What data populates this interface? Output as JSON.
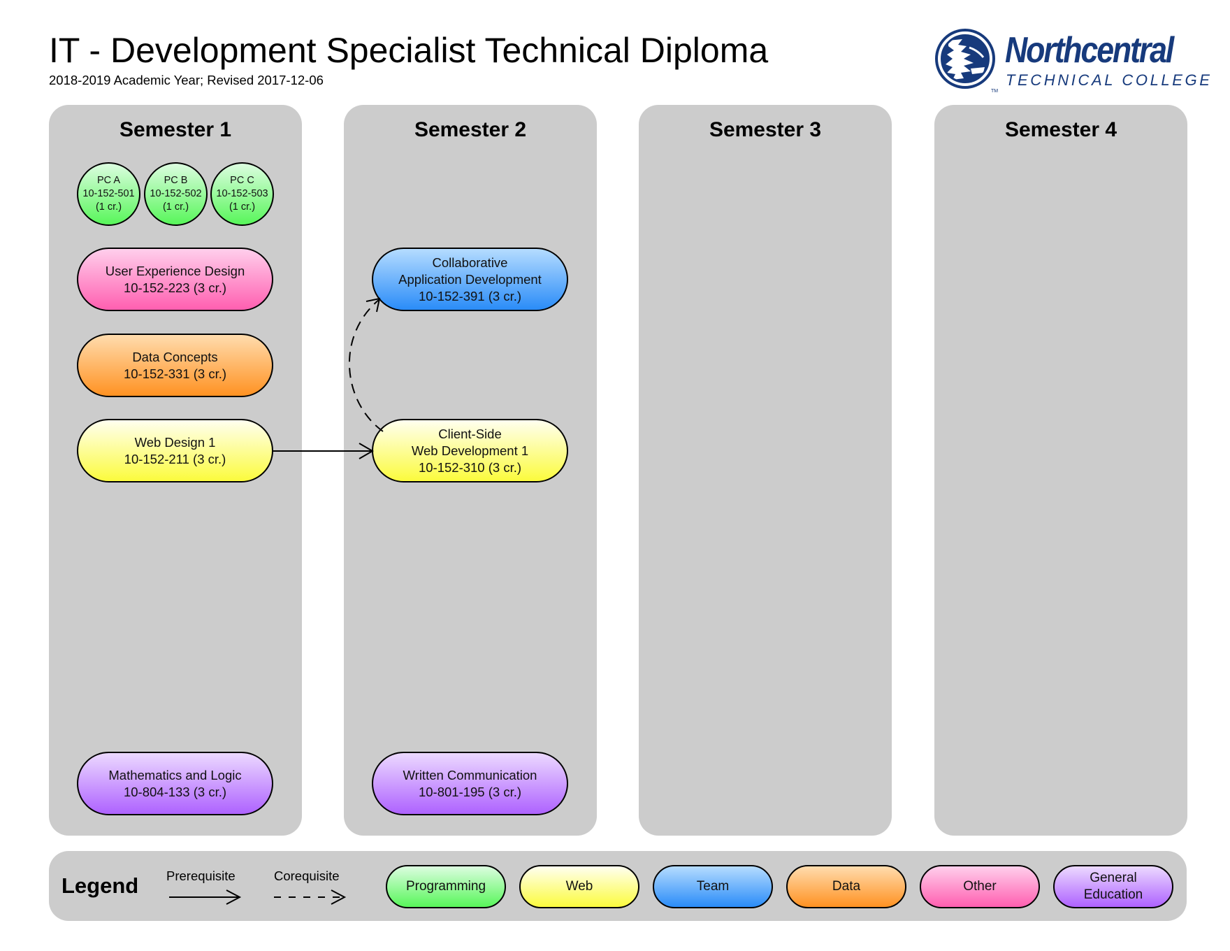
{
  "header": {
    "title": "IT - Development Specialist Technical Diploma",
    "subtitle": "2018-2019 Academic Year; Revised 2017-12-06"
  },
  "logo": {
    "name": "Northcentral",
    "subname": "TECHNICAL COLLEGE",
    "trademark": "TM",
    "color": "#173a7c"
  },
  "semesters": [
    {
      "title": "Semester 1",
      "courses": [
        {
          "id": "pc-a",
          "lines": [
            "PC A",
            "10-152-501",
            "(1 cr.)"
          ],
          "category": "Programming"
        },
        {
          "id": "pc-b",
          "lines": [
            "PC B",
            "10-152-502",
            "(1 cr.)"
          ],
          "category": "Programming"
        },
        {
          "id": "pc-c",
          "lines": [
            "PC C",
            "10-152-503",
            "(1 cr.)"
          ],
          "category": "Programming"
        },
        {
          "id": "ux-design",
          "lines": [
            "User Experience Design",
            "10-152-223 (3 cr.)"
          ],
          "category": "Other"
        },
        {
          "id": "data-concepts",
          "lines": [
            "Data Concepts",
            "10-152-331 (3 cr.)"
          ],
          "category": "Data"
        },
        {
          "id": "web-design-1",
          "lines": [
            "Web Design 1",
            "10-152-211 (3 cr.)"
          ],
          "category": "Web"
        },
        {
          "id": "math-logic",
          "lines": [
            "Mathematics and Logic",
            "10-804-133 (3 cr.)"
          ],
          "category": "General Education"
        }
      ]
    },
    {
      "title": "Semester 2",
      "courses": [
        {
          "id": "collab-app-dev",
          "lines": [
            "Collaborative",
            "Application Development",
            "10-152-391 (3 cr.)"
          ],
          "category": "Team"
        },
        {
          "id": "client-side-web-dev-1",
          "lines": [
            "Client-Side",
            "Web Development 1",
            "10-152-310 (3 cr.)"
          ],
          "category": "Web"
        },
        {
          "id": "written-comm",
          "lines": [
            "Written Communication",
            "10-801-195 (3 cr.)"
          ],
          "category": "General Education"
        }
      ]
    },
    {
      "title": "Semester 3",
      "courses": []
    },
    {
      "title": "Semester 4",
      "courses": []
    }
  ],
  "relationships": [
    {
      "from": "web-design-1",
      "to": "client-side-web-dev-1",
      "type": "Prerequisite"
    },
    {
      "from": "client-side-web-dev-1",
      "to": "collab-app-dev",
      "type": "Corequisite"
    }
  ],
  "legend": {
    "title": "Legend",
    "arrows": [
      {
        "label": "Prerequisite",
        "style": "solid"
      },
      {
        "label": "Corequisite",
        "style": "dashed"
      }
    ],
    "categories": [
      {
        "label": "Programming",
        "color": "#58f65a"
      },
      {
        "label": "Web",
        "color": "#fbfb3d"
      },
      {
        "label": "Team",
        "color": "#2a8cf8"
      },
      {
        "label": "Data",
        "color": "#ff9222"
      },
      {
        "label": "Other",
        "color": "#ff5fb0"
      },
      {
        "label": "General Education",
        "color": "#ae62ff"
      }
    ]
  }
}
